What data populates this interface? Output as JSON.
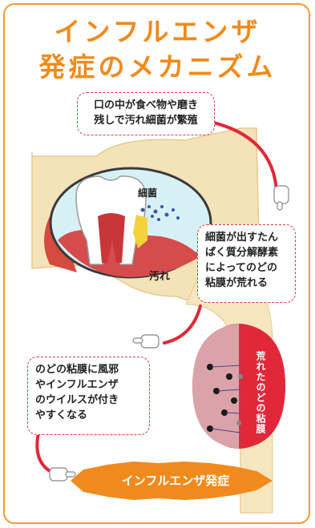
{
  "title": {
    "line1": "インフルエンザ",
    "line2": "発症のメカニズム"
  },
  "notes": {
    "bacteria_growth": [
      "口の中が食べ物や磨き",
      "残しで汚れ細菌が繁殖"
    ],
    "enzyme": [
      "細菌が出すたん",
      "ぱく質分解酵素",
      "によってのどの",
      "粘膜が荒れる"
    ],
    "virus": [
      "のどの粘膜に風邪",
      "やインフルエンザ",
      "のウイルスが付き",
      "やすくなる"
    ]
  },
  "labels": {
    "bacteria": "細菌",
    "dirt": "汚れ",
    "damaged_membrane": "荒れたのどの粘膜"
  },
  "result": "インフルエンザ発症",
  "colors": {
    "title": "#f08a1c",
    "frame": "#f39a2e",
    "arrow": "#e0283a",
    "skin": "#f4e2b8",
    "result_burst": "#f08a1c"
  },
  "icons": [
    "pointing-hand-icon",
    "pointing-hand-icon",
    "pointing-hand-icon"
  ]
}
